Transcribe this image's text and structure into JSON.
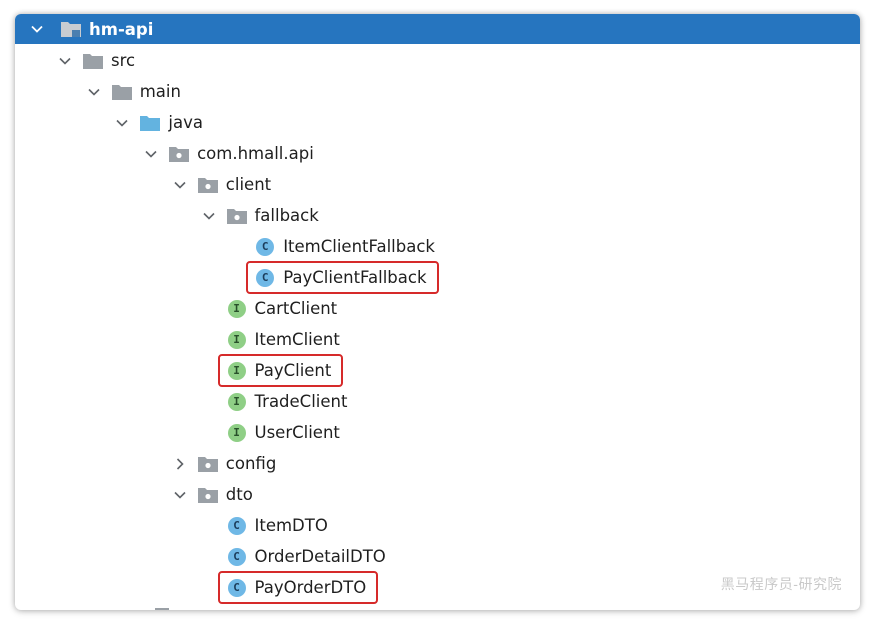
{
  "tree": {
    "root": {
      "label": "hm-api",
      "icon": "module-folder-icon"
    },
    "nodes": [
      {
        "id": "src",
        "label": "src",
        "level": 1,
        "kind": "folder",
        "expanded": true
      },
      {
        "id": "main",
        "label": "main",
        "level": 2,
        "kind": "folder",
        "expanded": true
      },
      {
        "id": "java",
        "label": "java",
        "level": 3,
        "kind": "source-folder",
        "expanded": true
      },
      {
        "id": "com-hmall-api",
        "label": "com.hmall.api",
        "level": 4,
        "kind": "package",
        "expanded": true
      },
      {
        "id": "client",
        "label": "client",
        "level": 5,
        "kind": "package",
        "expanded": true
      },
      {
        "id": "fallback",
        "label": "fallback",
        "level": 6,
        "kind": "package",
        "expanded": true
      },
      {
        "id": "ItemClientFallback",
        "label": "ItemClientFallback",
        "level": 7,
        "kind": "class"
      },
      {
        "id": "PayClientFallback",
        "label": "PayClientFallback",
        "level": 7,
        "kind": "class",
        "highlighted": true
      },
      {
        "id": "CartClient",
        "label": "CartClient",
        "level": 6,
        "kind": "interface"
      },
      {
        "id": "ItemClient",
        "label": "ItemClient",
        "level": 6,
        "kind": "interface"
      },
      {
        "id": "PayClient",
        "label": "PayClient",
        "level": 6,
        "kind": "interface",
        "highlighted": true
      },
      {
        "id": "TradeClient",
        "label": "TradeClient",
        "level": 6,
        "kind": "interface"
      },
      {
        "id": "UserClient",
        "label": "UserClient",
        "level": 6,
        "kind": "interface"
      },
      {
        "id": "config",
        "label": "config",
        "level": 5,
        "kind": "package",
        "expanded": false
      },
      {
        "id": "dto",
        "label": "dto",
        "level": 5,
        "kind": "package",
        "expanded": true
      },
      {
        "id": "ItemDTO",
        "label": "ItemDTO",
        "level": 6,
        "kind": "class"
      },
      {
        "id": "OrderDetailDTO",
        "label": "OrderDetailDTO",
        "level": 6,
        "kind": "class"
      },
      {
        "id": "PayOrderDTO",
        "label": "PayOrderDTO",
        "level": 6,
        "kind": "class",
        "highlighted": true
      }
    ]
  },
  "badges": {
    "class": "C",
    "interface": "I"
  },
  "colors": {
    "selection": "#2675bf",
    "highlight_border": "#d62a2a",
    "folder": "#9aa0a6",
    "source_folder": "#63b3e0",
    "class_badge": "#6fb8e6",
    "interface_badge": "#8fcf86"
  },
  "watermark": "黑马程序员-研究院"
}
